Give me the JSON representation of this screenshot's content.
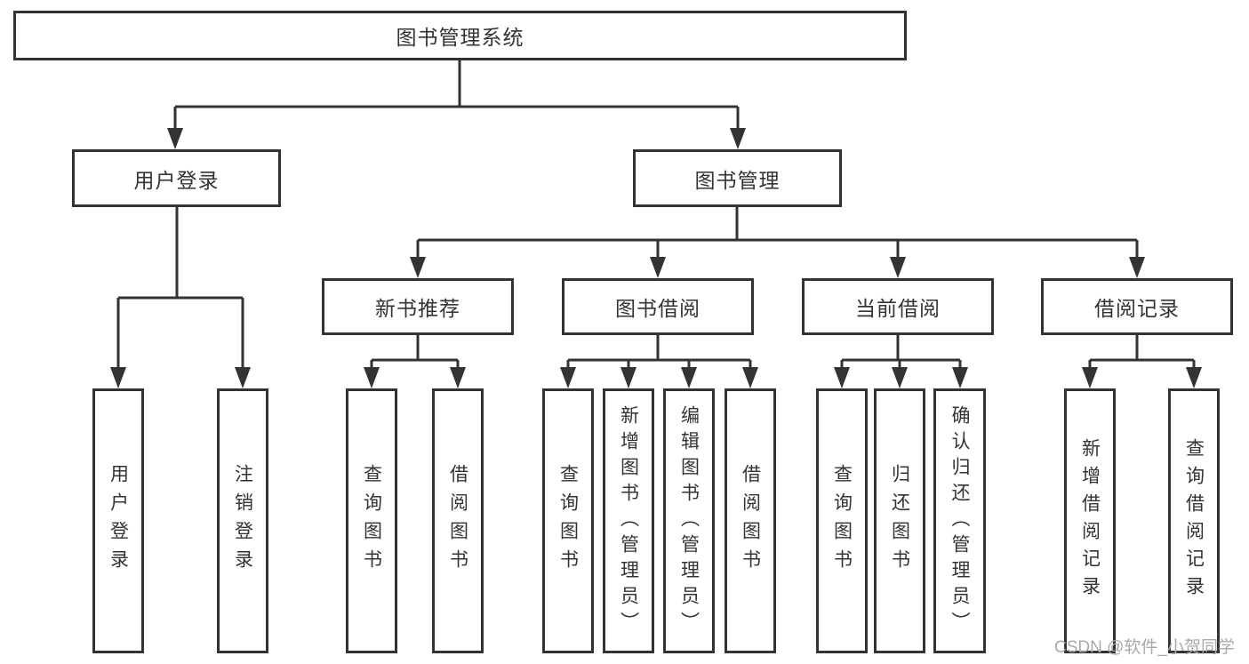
{
  "palette": {
    "line_color": "#333333",
    "text_color": "#333333",
    "box_background": "#ffffff",
    "watermark_color": "#a9a9a9"
  },
  "diagram": {
    "title": "图书管理系统",
    "branches": [
      {
        "label": "用户登录",
        "children": [
          {
            "label": "用户登录"
          },
          {
            "label": "注销登录"
          }
        ]
      },
      {
        "label": "图书管理",
        "children": [
          {
            "label": "新书推荐",
            "children": [
              {
                "label": "查询图书"
              },
              {
                "label": "借阅图书"
              }
            ]
          },
          {
            "label": "图书借阅",
            "children": [
              {
                "label": "查询图书"
              },
              {
                "label": "新增图书（管理员）"
              },
              {
                "label": "编辑图书（管理员）"
              },
              {
                "label": "借阅图书"
              }
            ]
          },
          {
            "label": "当前借阅",
            "children": [
              {
                "label": "查询图书"
              },
              {
                "label": "归还图书"
              },
              {
                "label": "确认归还（管理员）"
              }
            ]
          },
          {
            "label": "借阅记录",
            "children": [
              {
                "label": "新增借阅记录"
              },
              {
                "label": "查询借阅记录"
              }
            ]
          }
        ]
      }
    ]
  },
  "watermark": {
    "text": "CSDN @软件_小贺同学"
  }
}
